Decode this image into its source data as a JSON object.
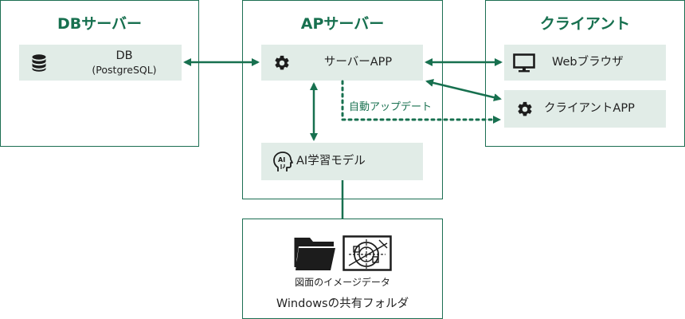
{
  "colors": {
    "accent": "#17704f",
    "node_bg": "#e1ece7",
    "border": "#1b6e52",
    "icon": "#1c1c1c"
  },
  "groups": {
    "db": {
      "title": "DBサーバー"
    },
    "ap": {
      "title": "APサーバー"
    },
    "client": {
      "title": "クライアント"
    },
    "share": {
      "image_caption": "図面のイメージデータ",
      "title": "Windowsの共有フォルダ"
    }
  },
  "nodes": {
    "db": {
      "line1": "DB",
      "line2": "(PostgreSQL)",
      "icon": "database-icon"
    },
    "server_app": {
      "label": "サーバーAPP",
      "icon": "gear-icon"
    },
    "ai_model": {
      "label": "AI学習モデル",
      "icon": "ai-head-icon"
    },
    "web_browser": {
      "label": "Webブラウザ",
      "icon": "monitor-icon"
    },
    "client_app": {
      "label": "クライアントAPP",
      "icon": "gear-icon"
    }
  },
  "edges": {
    "auto_update": {
      "label": "自動アップデート"
    }
  },
  "icons": {
    "folder": "folder-icon",
    "drawing": "drawing-icon"
  }
}
